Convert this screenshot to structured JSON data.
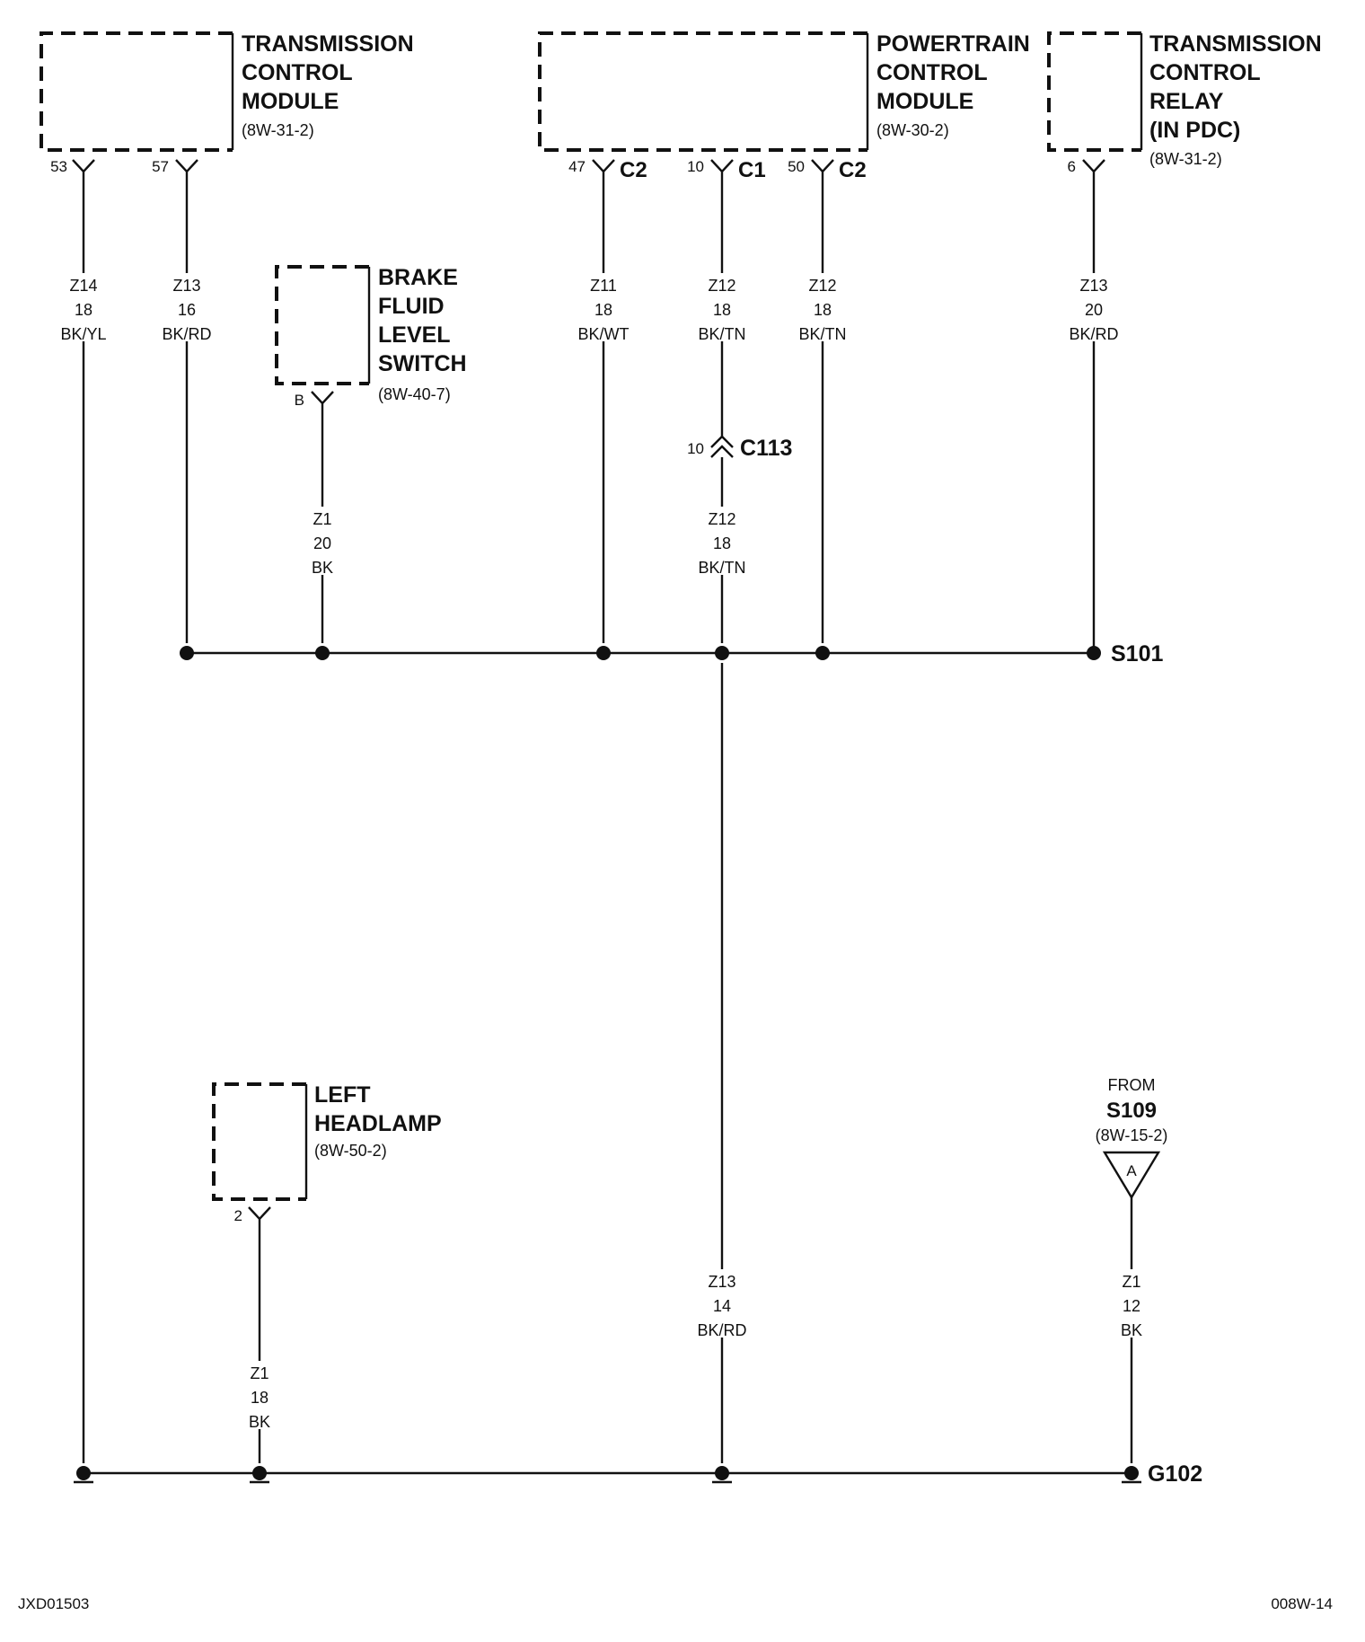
{
  "components": {
    "tcm": {
      "name_lines": [
        "TRANSMISSION",
        "CONTROL",
        "MODULE"
      ],
      "ref": "(8W-31-2)",
      "pins": [
        {
          "pin": "53",
          "circuit": "Z14",
          "gauge": "18",
          "color": "BK/YL"
        },
        {
          "pin": "57",
          "circuit": "Z13",
          "gauge": "16",
          "color": "BK/RD"
        }
      ]
    },
    "pcm": {
      "name_lines": [
        "POWERTRAIN",
        "CONTROL",
        "MODULE"
      ],
      "ref": "(8W-30-2)",
      "pins": [
        {
          "pin": "47",
          "connector": "C2",
          "circuit": "Z11",
          "gauge": "18",
          "color": "BK/WT"
        },
        {
          "pin": "10",
          "connector": "C1",
          "circuit": "Z12",
          "gauge": "18",
          "color": "BK/TN"
        },
        {
          "pin": "50",
          "connector": "C2",
          "circuit": "Z12",
          "gauge": "18",
          "color": "BK/TN"
        }
      ]
    },
    "relay": {
      "name_lines": [
        "TRANSMISSION",
        "CONTROL",
        "RELAY",
        "(IN PDC)"
      ],
      "ref": "(8W-31-2)",
      "pins": [
        {
          "pin": "6",
          "circuit": "Z13",
          "gauge": "20",
          "color": "BK/RD"
        }
      ]
    },
    "brake": {
      "name_lines": [
        "BRAKE",
        "FLUID",
        "LEVEL",
        "SWITCH"
      ],
      "ref": "(8W-40-7)",
      "pins": [
        {
          "pin": "B",
          "circuit": "Z1",
          "gauge": "20",
          "color": "BK"
        }
      ]
    },
    "headlamp": {
      "name_lines": [
        "LEFT",
        "HEADLAMP"
      ],
      "ref": "(8W-50-2)",
      "pins": [
        {
          "pin": "2",
          "circuit": "Z1",
          "gauge": "18",
          "color": "BK"
        }
      ]
    }
  },
  "inline_connector": {
    "pin": "10",
    "name": "C113",
    "after": {
      "circuit": "Z12",
      "gauge": "18",
      "color": "BK/TN"
    }
  },
  "splice": {
    "name": "S101"
  },
  "splice_to_ground_wire": {
    "circuit": "Z13",
    "gauge": "14",
    "color": "BK/RD"
  },
  "from_splice": {
    "label": "FROM",
    "name": "S109",
    "ref": "(8W-15-2)",
    "letter": "A",
    "wire": {
      "circuit": "Z1",
      "gauge": "12",
      "color": "BK"
    }
  },
  "ground": {
    "name": "G102"
  },
  "footer": {
    "left_code": "JXD01503",
    "right_code": "008W-14"
  }
}
